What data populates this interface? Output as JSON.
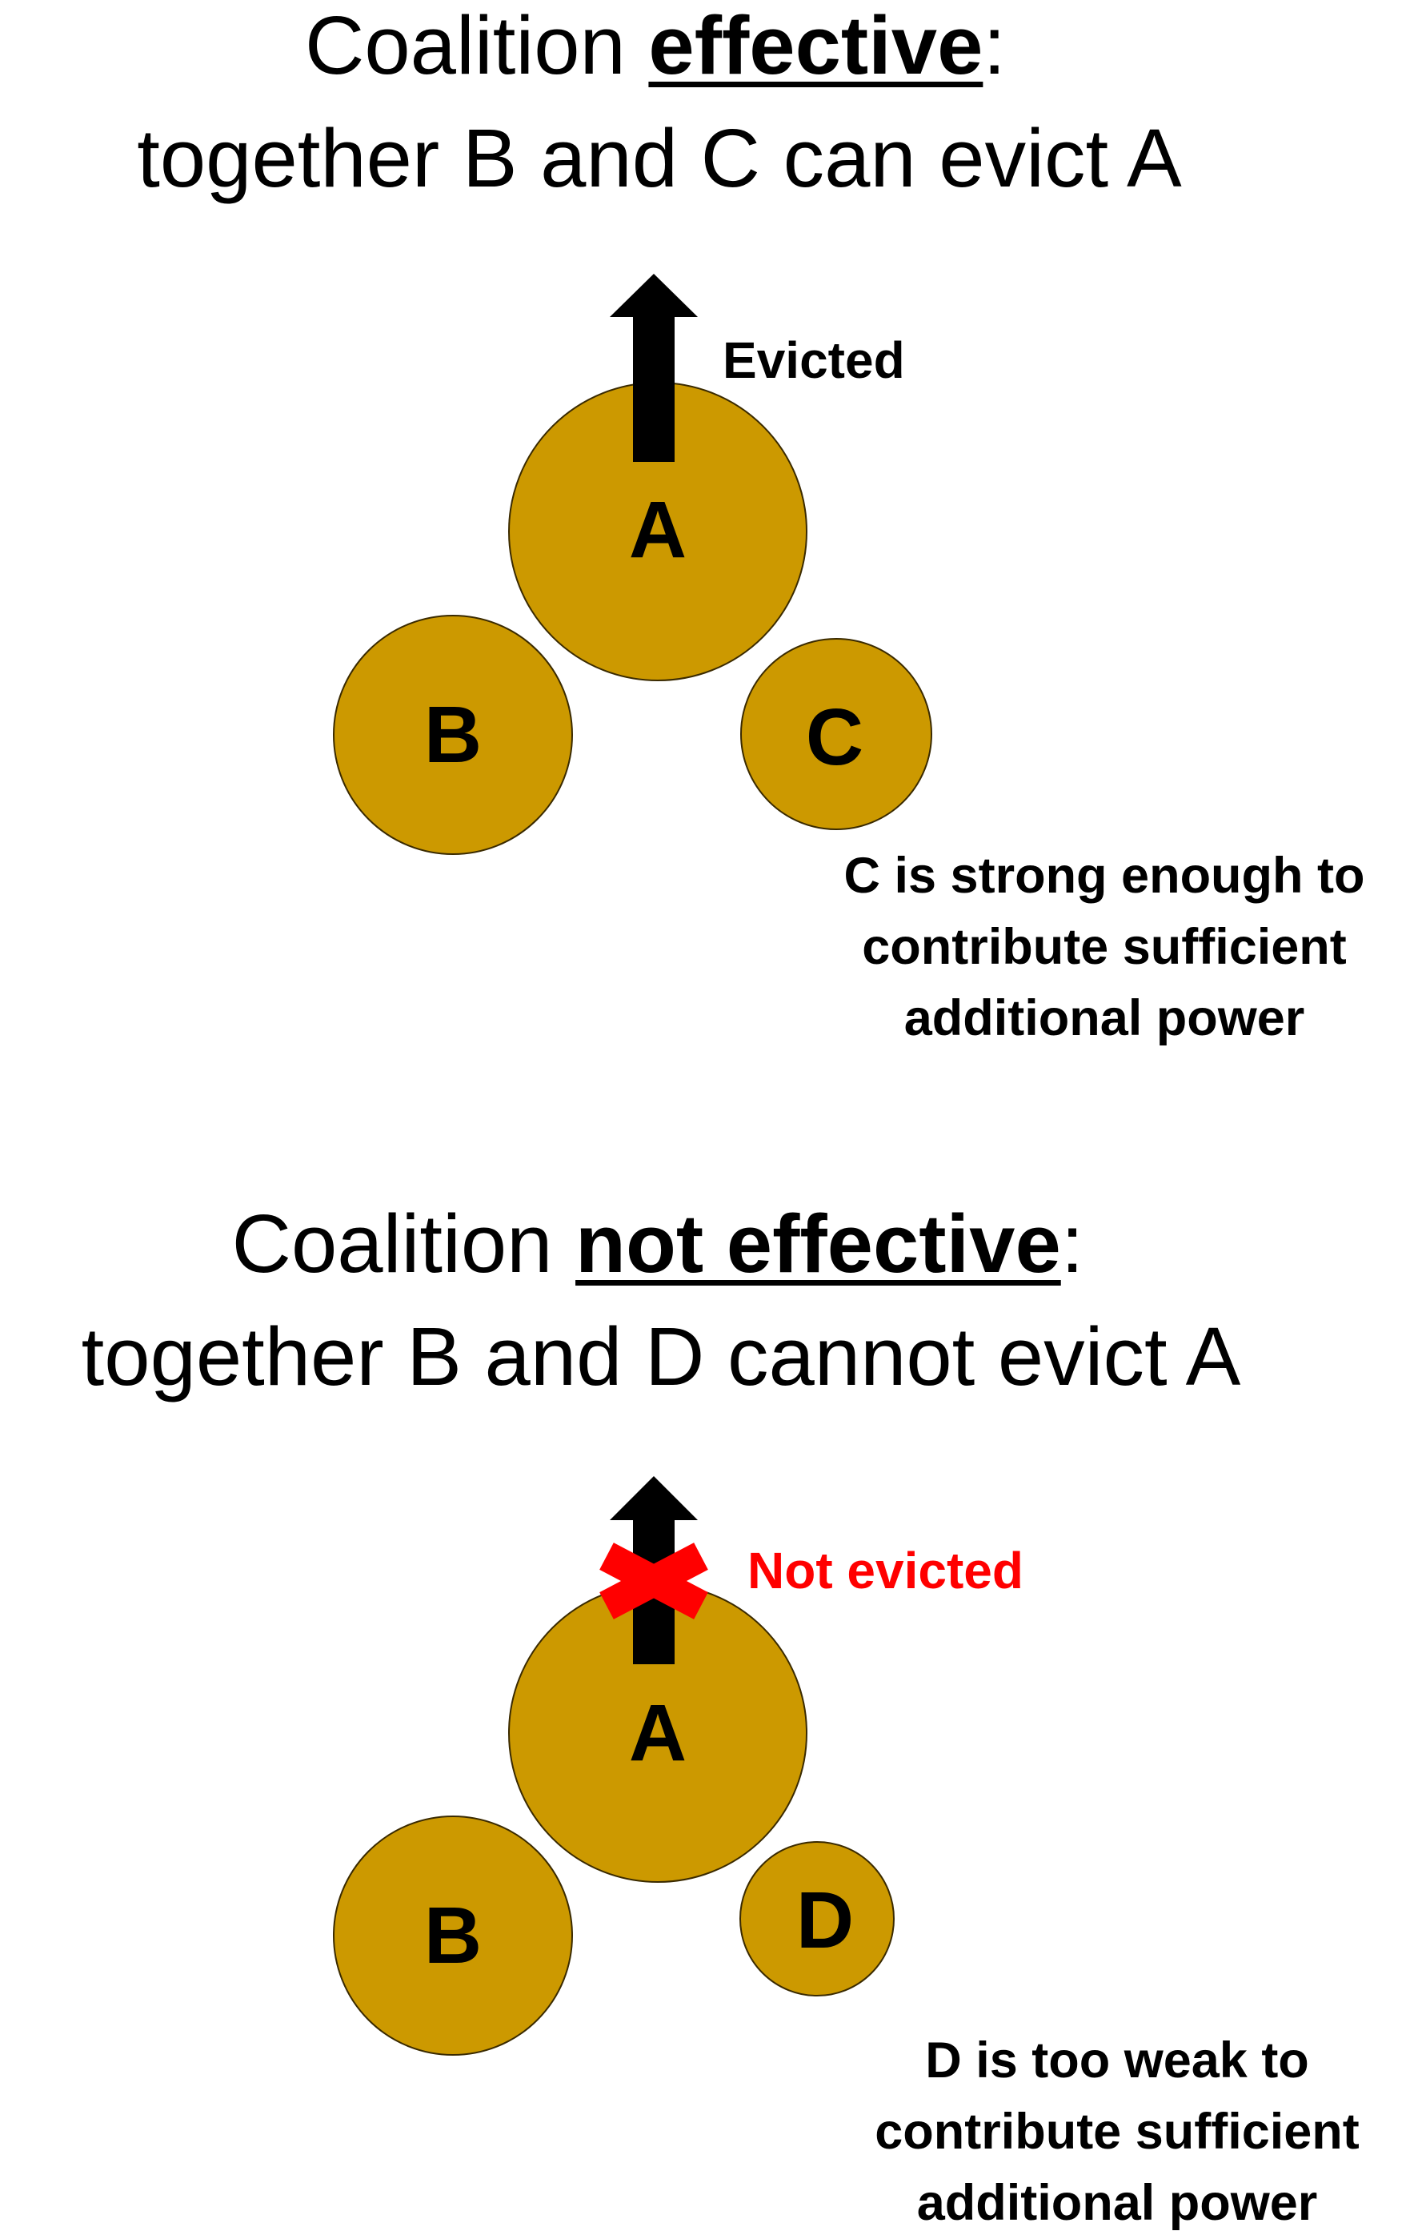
{
  "colors": {
    "node_fill": "#CC9900",
    "node_stroke": "#3A2A00",
    "arrow": "#000000",
    "not_evicted": "#FF0000"
  },
  "top": {
    "title_prefix": "Coalition ",
    "title_emphasis": "effective",
    "title_suffix": ":",
    "subtitle": "together B and C can evict A",
    "nodes": {
      "a": "A",
      "b": "B",
      "c": "C"
    },
    "arrow_label": "Evicted",
    "note_lines": [
      "C is strong enough to",
      "contribute sufficient",
      "additional power"
    ]
  },
  "bottom": {
    "title_prefix": "Coalition ",
    "title_emphasis": "not effective",
    "title_suffix": ":",
    "subtitle": "together B and D cannot evict A",
    "nodes": {
      "a": "A",
      "b": "B",
      "d": "D"
    },
    "arrow_label": "Not evicted",
    "note_lines": [
      "D is too weak to",
      "contribute sufficient",
      "additional power"
    ],
    "blocked_icon": "red-x-icon"
  }
}
